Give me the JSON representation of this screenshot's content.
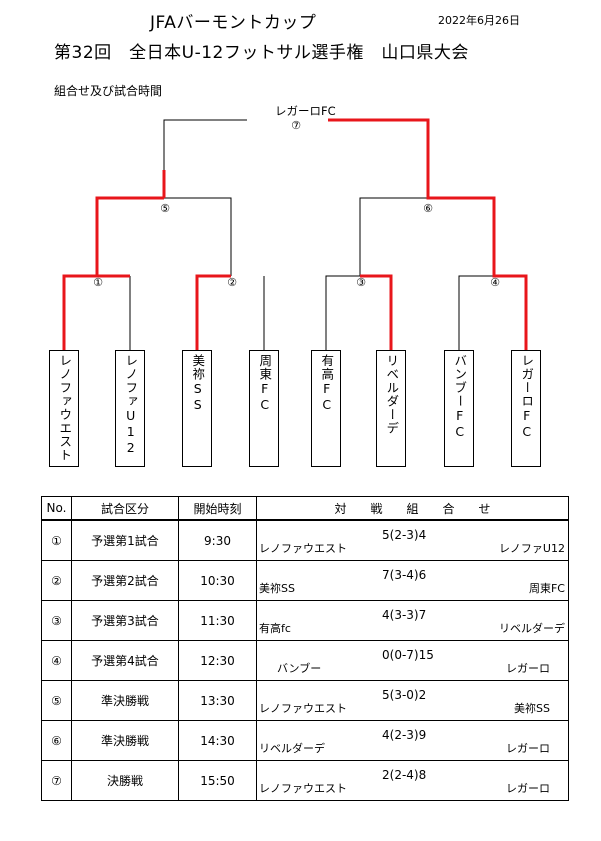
{
  "header": {
    "title": "JFAバーモントカップ",
    "date": "2022年6月26日",
    "subtitle": "第32回　全日本U-12フットサル選手権　山口県大会",
    "section_title": "組合せ及び試合時間"
  },
  "bracket": {
    "champion": "レガーロFC",
    "final_number": "⑦",
    "semifinal_numbers": [
      "⑤",
      "⑥"
    ],
    "quarter_numbers": [
      "①",
      "②",
      "③",
      "④"
    ],
    "teams": [
      "レノファウエスト",
      "レノファU12",
      "美祢SS",
      "周東FC",
      "有高FC",
      "リベルダーデ",
      "バンブーFC",
      "レガーロFC"
    ]
  },
  "table": {
    "headers": [
      "No.",
      "試合区分",
      "開始時刻",
      "対　　戦　　組　　合　　せ"
    ],
    "rows": [
      {
        "no": "①",
        "category": "予選第1試合",
        "time": "9:30",
        "team1": "レノファウエスト",
        "score": "5(2-3)4",
        "team2": "レノファU12"
      },
      {
        "no": "②",
        "category": "予選第2試合",
        "time": "10:30",
        "team1": "美祢SS",
        "score": "7(3-4)6",
        "team2": "周東FC"
      },
      {
        "no": "③",
        "category": "予選第3試合",
        "time": "11:30",
        "team1": "有高fc",
        "score": "4(3-3)7",
        "team2": "リベルダーデ"
      },
      {
        "no": "④",
        "category": "予選第4試合",
        "time": "12:30",
        "team1": "バンブー",
        "score": "0(0-7)15",
        "team2": "レガーロ"
      },
      {
        "no": "⑤",
        "category": "準決勝戦",
        "time": "13:30",
        "team1": "レノファウエスト",
        "score": "5(3-0)2",
        "team2": "美祢SS"
      },
      {
        "no": "⑥",
        "category": "準決勝戦",
        "time": "14:30",
        "team1": "リベルダーデ",
        "score": "4(2-3)9",
        "team2": "レガーロ"
      },
      {
        "no": "⑦",
        "category": "決勝戦",
        "time": "15:50",
        "team1": "レノファウエスト",
        "score": "2(2-4)8",
        "team2": "レガーロ"
      }
    ]
  },
  "colors": {
    "winner_line": "#e8161b",
    "line": "#000000"
  }
}
